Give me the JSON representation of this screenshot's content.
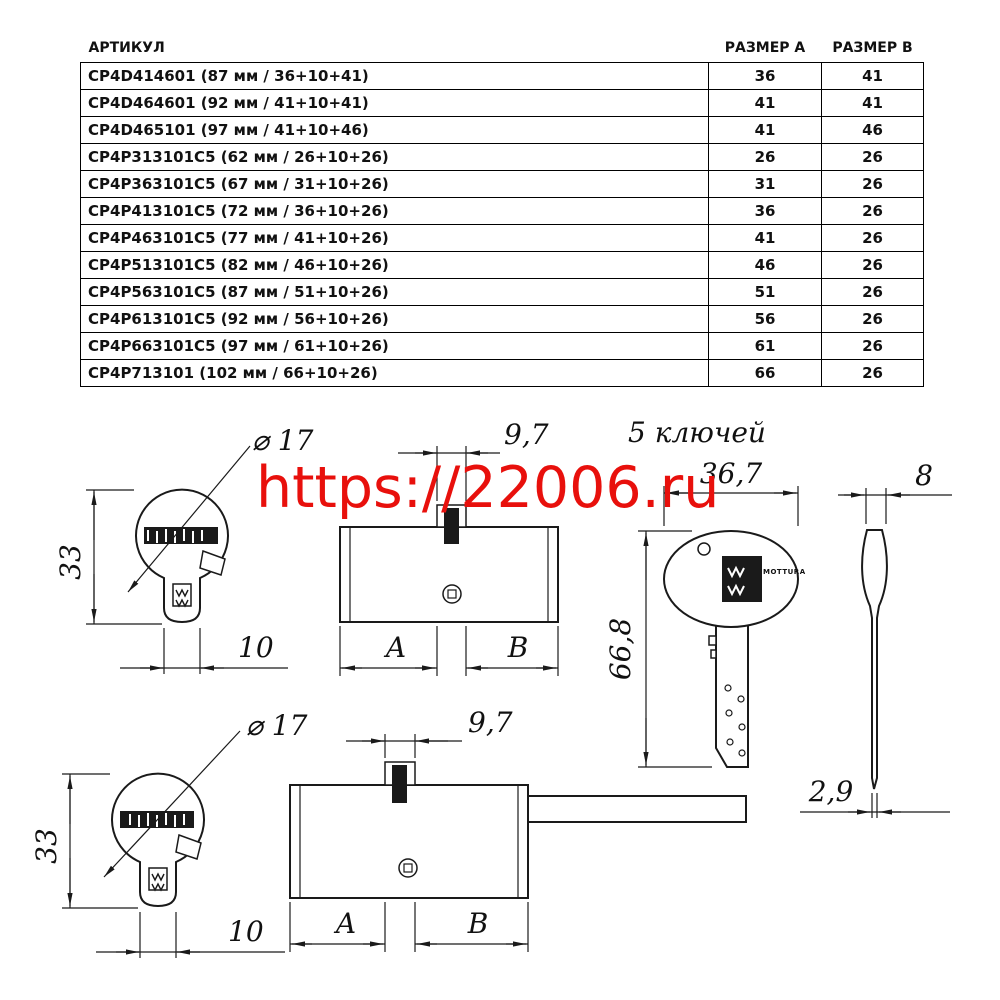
{
  "watermark": {
    "text": "https://22006.ru",
    "color": "#e8100c"
  },
  "table": {
    "headers": {
      "article": "АРТИКУЛ",
      "size_a": "РАЗМЕР A",
      "size_b": "РАЗМЕР B"
    },
    "rows": [
      {
        "article": "CP4D414601 (87 мм / 36+10+41)",
        "size_a": "36",
        "size_b": "41"
      },
      {
        "article": "CP4D464601 (92 мм / 41+10+41)",
        "size_a": "41",
        "size_b": "41"
      },
      {
        "article": "CP4D465101 (97 мм / 41+10+46)",
        "size_a": "41",
        "size_b": "46"
      },
      {
        "article": "CP4P313101C5 (62 мм / 26+10+26)",
        "size_a": "26",
        "size_b": "26"
      },
      {
        "article": "CP4P363101C5 (67 мм / 31+10+26)",
        "size_a": "31",
        "size_b": "26"
      },
      {
        "article": "CP4P413101C5 (72 мм / 36+10+26)",
        "size_a": "36",
        "size_b": "26"
      },
      {
        "article": "CP4P463101C5 (77 мм / 41+10+26)",
        "size_a": "41",
        "size_b": "26"
      },
      {
        "article": "CP4P513101C5 (82 мм / 46+10+26)",
        "size_a": "46",
        "size_b": "26"
      },
      {
        "article": "CP4P563101C5 (87 мм / 51+10+26)",
        "size_a": "51",
        "size_b": "26"
      },
      {
        "article": "CP4P613101C5 (92 мм / 56+10+26)",
        "size_a": "56",
        "size_b": "26"
      },
      {
        "article": "CP4P663101C5 (97 мм / 61+10+26)",
        "size_a": "61",
        "size_b": "26"
      },
      {
        "article": "CP4P713101 (102 мм / 66+10+26)",
        "size_a": "66",
        "size_b": "26"
      }
    ]
  },
  "drawings": {
    "keys_note": "5 ключей",
    "end_view_top": {
      "diameter_label": "⌀ 17",
      "height_label": "33",
      "width_label": "10"
    },
    "body_view_top": {
      "cam_width_label": "9,7",
      "dim_a_label": "A",
      "dim_b_label": "B"
    },
    "key_front": {
      "width_label": "36,7",
      "length_label": "66,8",
      "brand": "MOTTURA"
    },
    "key_side": {
      "thickness_label": "8",
      "blade_thickness_label": "2,9"
    },
    "end_view_bottom": {
      "diameter_label": "⌀ 17",
      "height_label": "33",
      "width_label": "10"
    },
    "body_view_bottom": {
      "cam_width_label": "9,7",
      "dim_a_label": "A",
      "dim_b_label": "B"
    }
  }
}
